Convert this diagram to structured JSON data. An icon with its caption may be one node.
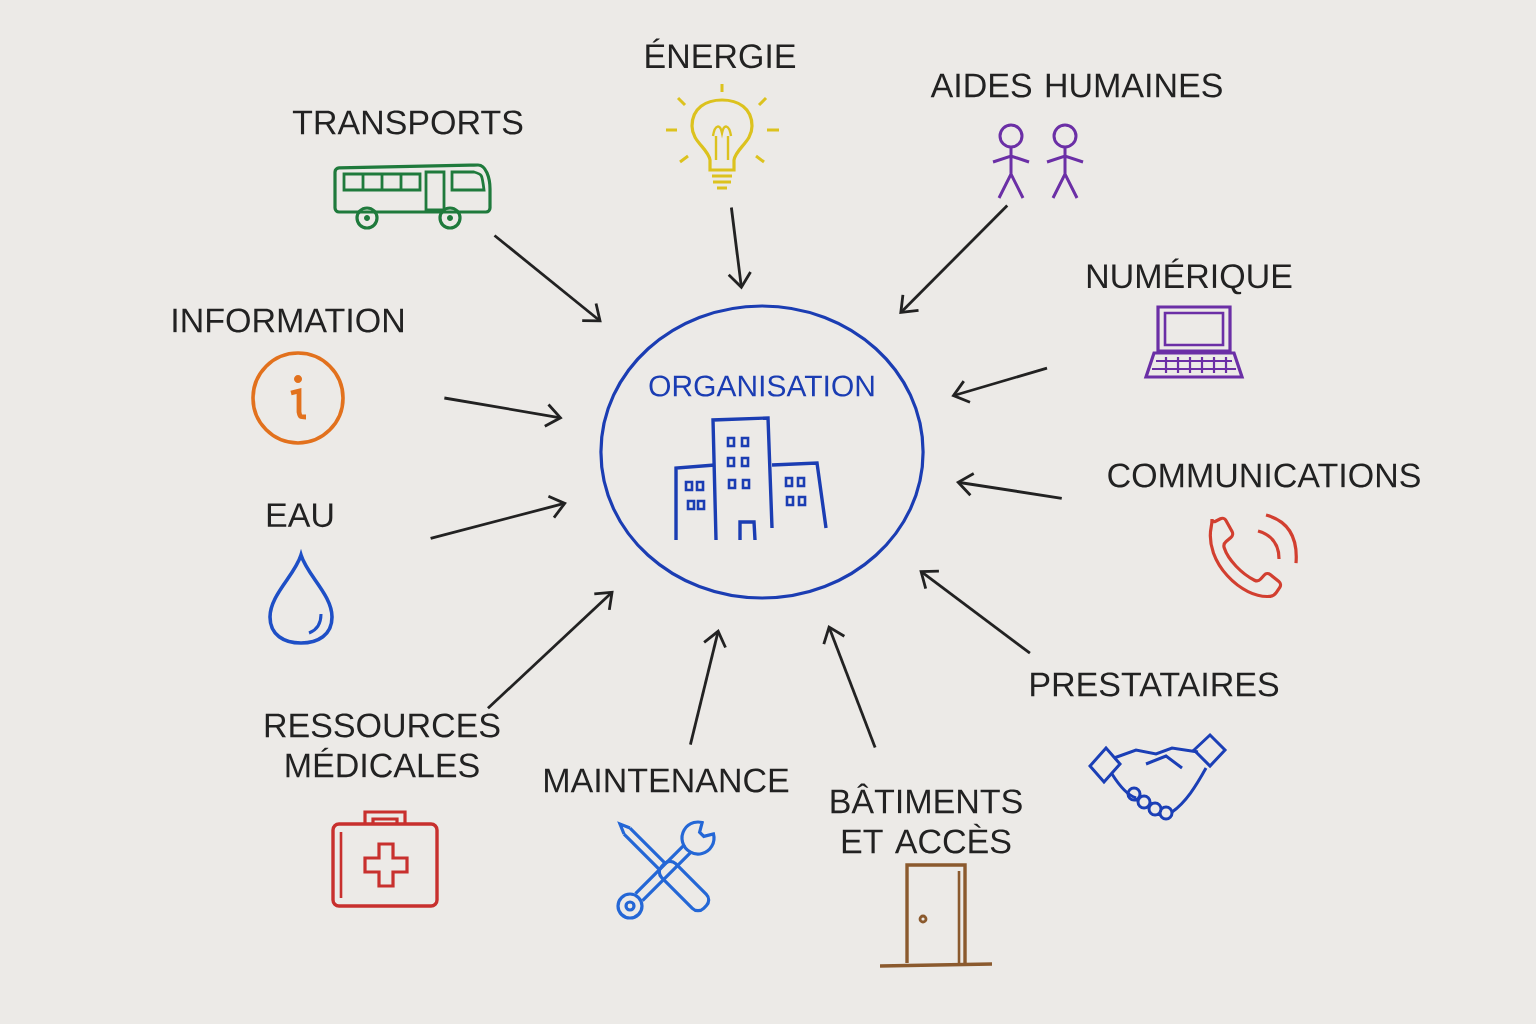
{
  "diagram": {
    "nodes": [
      {
        "text": [
          "ORGANISATION"
        ]
      },
      {
        "text": [
          "TRANSPORTS"
        ]
      },
      {
        "text": [
          "ÉNERGIE"
        ]
      },
      {
        "text": [
          "AIDES HUMAINES"
        ]
      },
      {
        "text": [
          "NUMÉRIQUE"
        ]
      },
      {
        "text": [
          "INFORMATION"
        ]
      },
      {
        "text": [
          "COMMUNICATIONS"
        ]
      },
      {
        "text": [
          "EAU"
        ]
      },
      {
        "text": [
          "PRESTATAIRES"
        ]
      },
      {
        "text": [
          "RESSOURCES MÉDICALES"
        ]
      },
      {
        "text": [
          "MAINTENANCE"
        ]
      },
      {
        "text": [
          "BÂTIMENTS ET ACCÈS"
        ]
      }
    ],
    "edges": [
      {
        "from": 1,
        "to": 0,
        "arrow": "to"
      },
      {
        "from": 2,
        "to": 0,
        "arrow": "to"
      },
      {
        "from": 3,
        "to": 0,
        "arrow": "to"
      },
      {
        "from": 4,
        "to": 0,
        "arrow": "to"
      },
      {
        "from": 5,
        "to": 0,
        "arrow": "to"
      },
      {
        "from": 6,
        "to": 0,
        "arrow": "to"
      },
      {
        "from": 7,
        "to": 0,
        "arrow": "to"
      },
      {
        "from": 8,
        "to": 0,
        "arrow": "to"
      },
      {
        "from": 9,
        "to": 0,
        "arrow": "to"
      },
      {
        "from": 10,
        "to": 0,
        "arrow": "to"
      },
      {
        "from": 11,
        "to": 0,
        "arrow": "to"
      }
    ]
  }
}
